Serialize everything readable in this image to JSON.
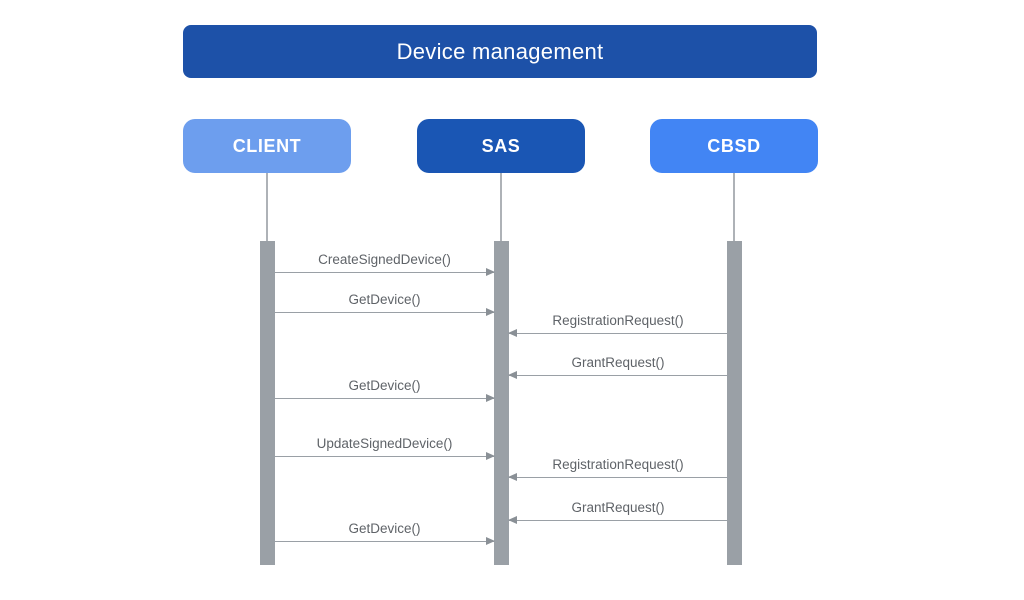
{
  "diagram": {
    "title": "Device management",
    "actors": [
      {
        "id": "client",
        "label": "CLIENT",
        "color": "#6d9eee"
      },
      {
        "id": "sas",
        "label": "SAS",
        "color": "#1a56b4"
      },
      {
        "id": "cbsd",
        "label": "CBSD",
        "color": "#4285f4"
      }
    ],
    "messages": [
      {
        "label": "CreateSignedDevice()",
        "from": "CLIENT",
        "to": "SAS"
      },
      {
        "label": "GetDevice()",
        "from": "CLIENT",
        "to": "SAS"
      },
      {
        "label": "RegistrationRequest()",
        "from": "CBSD",
        "to": "SAS"
      },
      {
        "label": "GrantRequest()",
        "from": "CBSD",
        "to": "SAS"
      },
      {
        "label": "GetDevice()",
        "from": "CLIENT",
        "to": "SAS"
      },
      {
        "label": "UpdateSignedDevice()",
        "from": "CLIENT",
        "to": "SAS"
      },
      {
        "label": "RegistrationRequest()",
        "from": "CBSD",
        "to": "SAS"
      },
      {
        "label": "GrantRequest()",
        "from": "CBSD",
        "to": "SAS"
      },
      {
        "label": "GetDevice()",
        "from": "CLIENT",
        "to": "SAS"
      }
    ],
    "colors": {
      "title_bg": "#1d51a8",
      "actor_text": "#ffffff",
      "message_line": "#9aa0a6",
      "message_text": "#5f6368",
      "activation_bar": "#9aa0a6",
      "lifeline": "#aeb2b7",
      "background": "#ffffff"
    }
  }
}
